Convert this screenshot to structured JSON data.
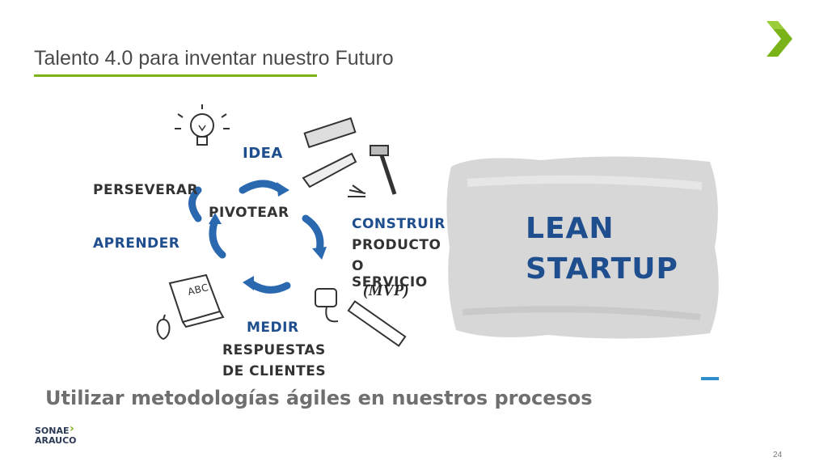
{
  "slide": {
    "title": "Talento 4.0 para inventar nuestro Futuro",
    "subtitle": "Utilizar metodologías ágiles en nuestros procesos",
    "page_number": "24"
  },
  "diagram": {
    "idea": "IDEA",
    "pivotear": "PIVOTEAR",
    "perseverar": "PERSEVERAR",
    "aprender": "APRENDER",
    "construir": "CONSTRUIR",
    "producto": "PRODUCTO",
    "o_servicio": "O SERVICIO",
    "mvp": "(MVP)",
    "medir": "MEDIR",
    "respuestas": "RESPUESTAS",
    "de_clientes": "DE CLIENTES",
    "book_text": "ABC"
  },
  "lean_startup": {
    "line1": "LEAN",
    "line2": "STARTUP"
  },
  "brand": {
    "line1": "SONAE",
    "line2": "ARAUCO",
    "chevron": "›"
  },
  "colors": {
    "accent_green": "#7ab317",
    "title_blue": "#1f4e8f",
    "dash_blue": "#2d8ec9"
  }
}
